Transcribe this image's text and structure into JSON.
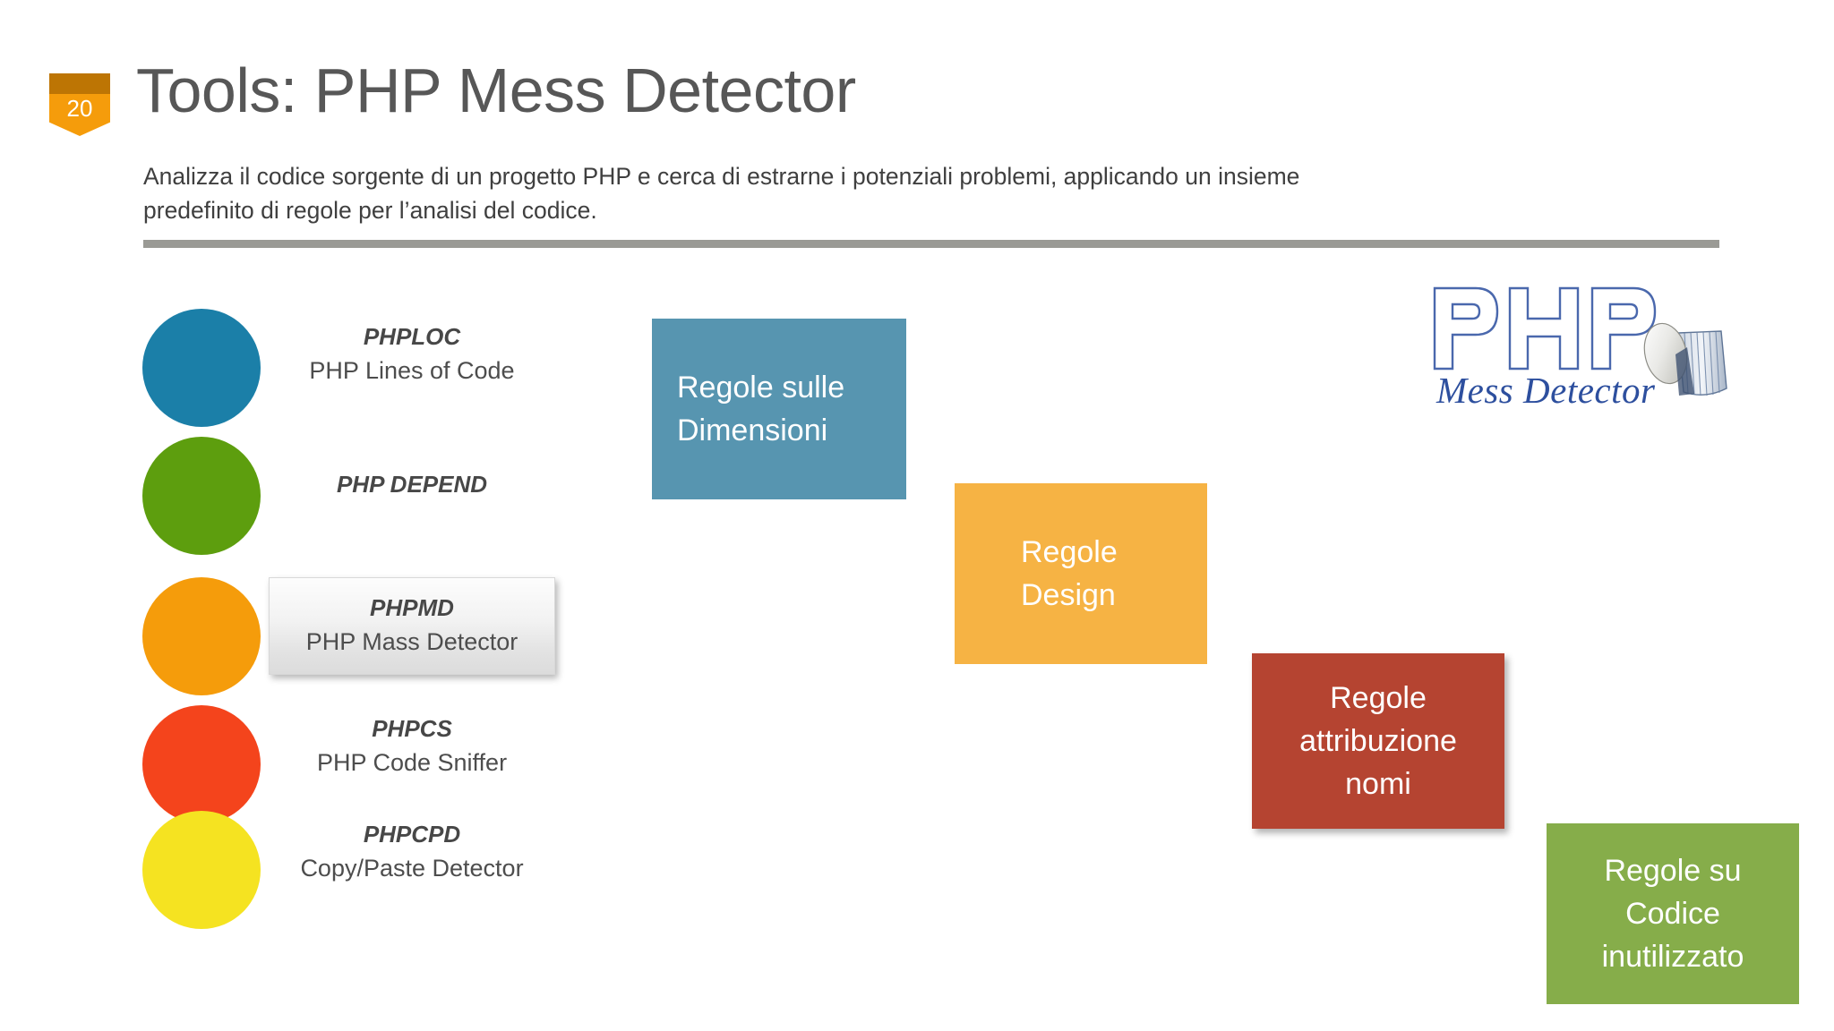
{
  "header": {
    "badge_number": "20",
    "title": "Tools: PHP Mess Detector",
    "subtitle": "Analizza il codice sorgente di un progetto PHP e cerca di estrarne i potenziali problemi, applicando un insieme predefinito di regole per l’analisi del codice."
  },
  "tools": [
    {
      "name": "PHPLOC",
      "desc": "PHP Lines of Code",
      "color": "#1b7fa8",
      "highlighted": false
    },
    {
      "name": "PHP DEPEND",
      "desc": "",
      "color": "#5d9e0e",
      "highlighted": false
    },
    {
      "name": "PHPMD",
      "desc": "PHP Mass Detector",
      "color": "#f59c0b",
      "highlighted": true
    },
    {
      "name": "PHPCS",
      "desc": "PHP Code Sniffer",
      "color": "#f4441c",
      "highlighted": false
    },
    {
      "name": "PHPCPD",
      "desc": "Copy/Paste Detector",
      "color": "#f5e321",
      "highlighted": false
    }
  ],
  "rules": [
    {
      "id": "dimensioni",
      "lines": [
        "Regole sulle",
        "Dimensioni"
      ],
      "color": "#5795b0"
    },
    {
      "id": "design",
      "lines": [
        "Regole",
        "Design"
      ],
      "color": "#f6b344"
    },
    {
      "id": "nomi",
      "lines": [
        "Regole",
        "attribuzione",
        "nomi"
      ],
      "color": "#b54431"
    },
    {
      "id": "inutilizzato",
      "lines": [
        "Regole su",
        "Codice",
        "inutilizzato"
      ],
      "color": "#86ad4a"
    }
  ],
  "logo": {
    "primary_text": "PHP",
    "secondary_text": "Mess Detector",
    "color": "#3f5c9e"
  },
  "divider_color": "#9a9a95"
}
